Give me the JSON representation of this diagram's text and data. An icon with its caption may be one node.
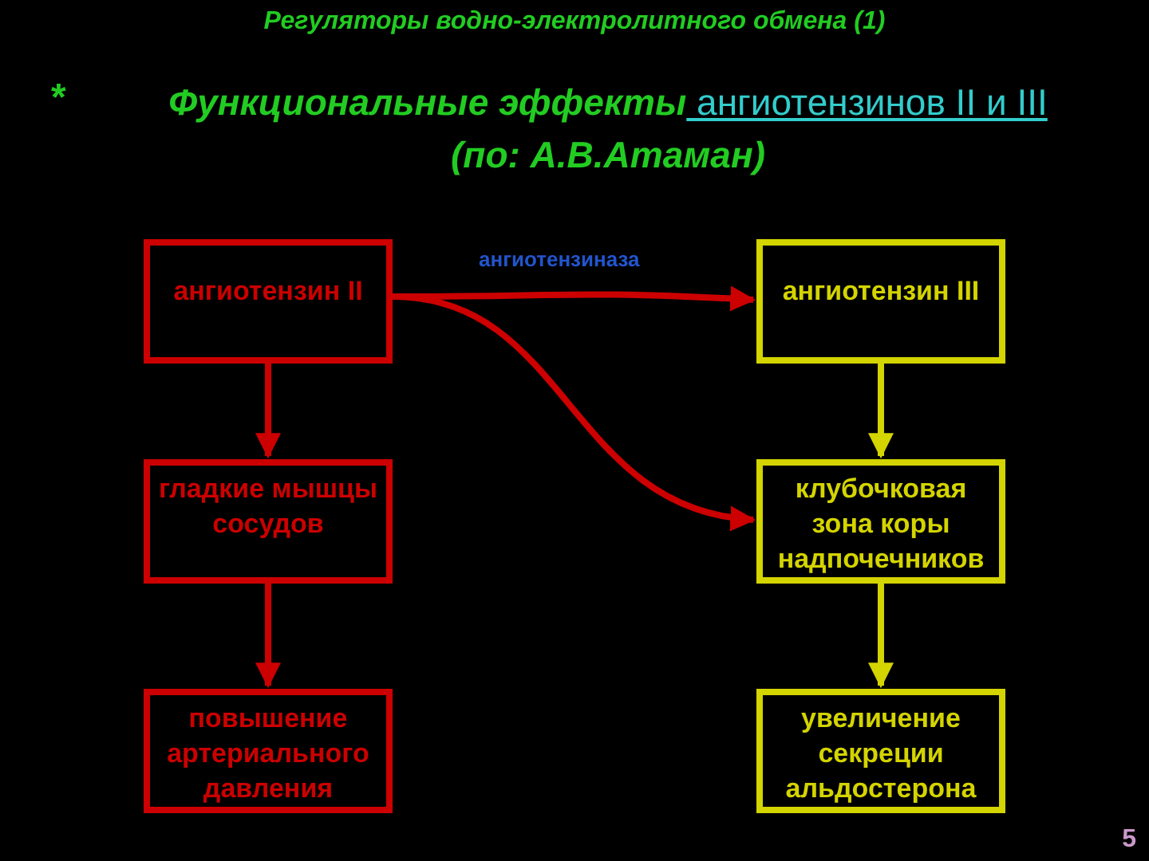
{
  "diagram": {
    "title": "Регуляторы водно-электролитного обмена (1)",
    "nodes": [
      {
        "text": [
          "ангиотензин II"
        ]
      },
      {
        "text": [
          "ангиотензин III"
        ]
      },
      {
        "text": [
          "гладкие мышцы сосудов"
        ]
      },
      {
        "text": [
          "клубочковая зона коры надпочечников"
        ]
      },
      {
        "text": [
          "повышение артериального давления"
        ]
      },
      {
        "text": [
          "увеличение секреции альдостерона"
        ]
      }
    ],
    "edges": [
      {
        "from": 0,
        "to": 1,
        "arrow": "to",
        "label": "ангиотензиназа"
      },
      {
        "from": 0,
        "to": 3,
        "arrow": "to"
      },
      {
        "from": 0,
        "to": 2,
        "arrow": "to"
      },
      {
        "from": 2,
        "to": 4,
        "arrow": "to"
      },
      {
        "from": 1,
        "to": 3,
        "arrow": "to",
        "color": "#d4d400"
      },
      {
        "from": 3,
        "to": 5,
        "arrow": "to",
        "color": "#d4d400"
      }
    ],
    "labels": [
      "*",
      "**Функциональные эффекты** ангиотензинов II и III **(по: А.В.Атаман)**",
      "5"
    ]
  }
}
